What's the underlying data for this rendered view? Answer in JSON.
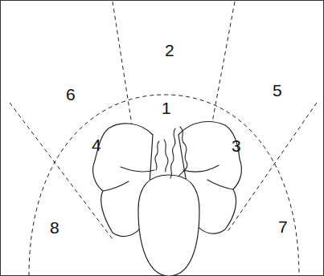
{
  "diagram": {
    "labels": [
      "2",
      "6",
      "1",
      "5",
      "4",
      "3",
      "8",
      "7"
    ]
  }
}
